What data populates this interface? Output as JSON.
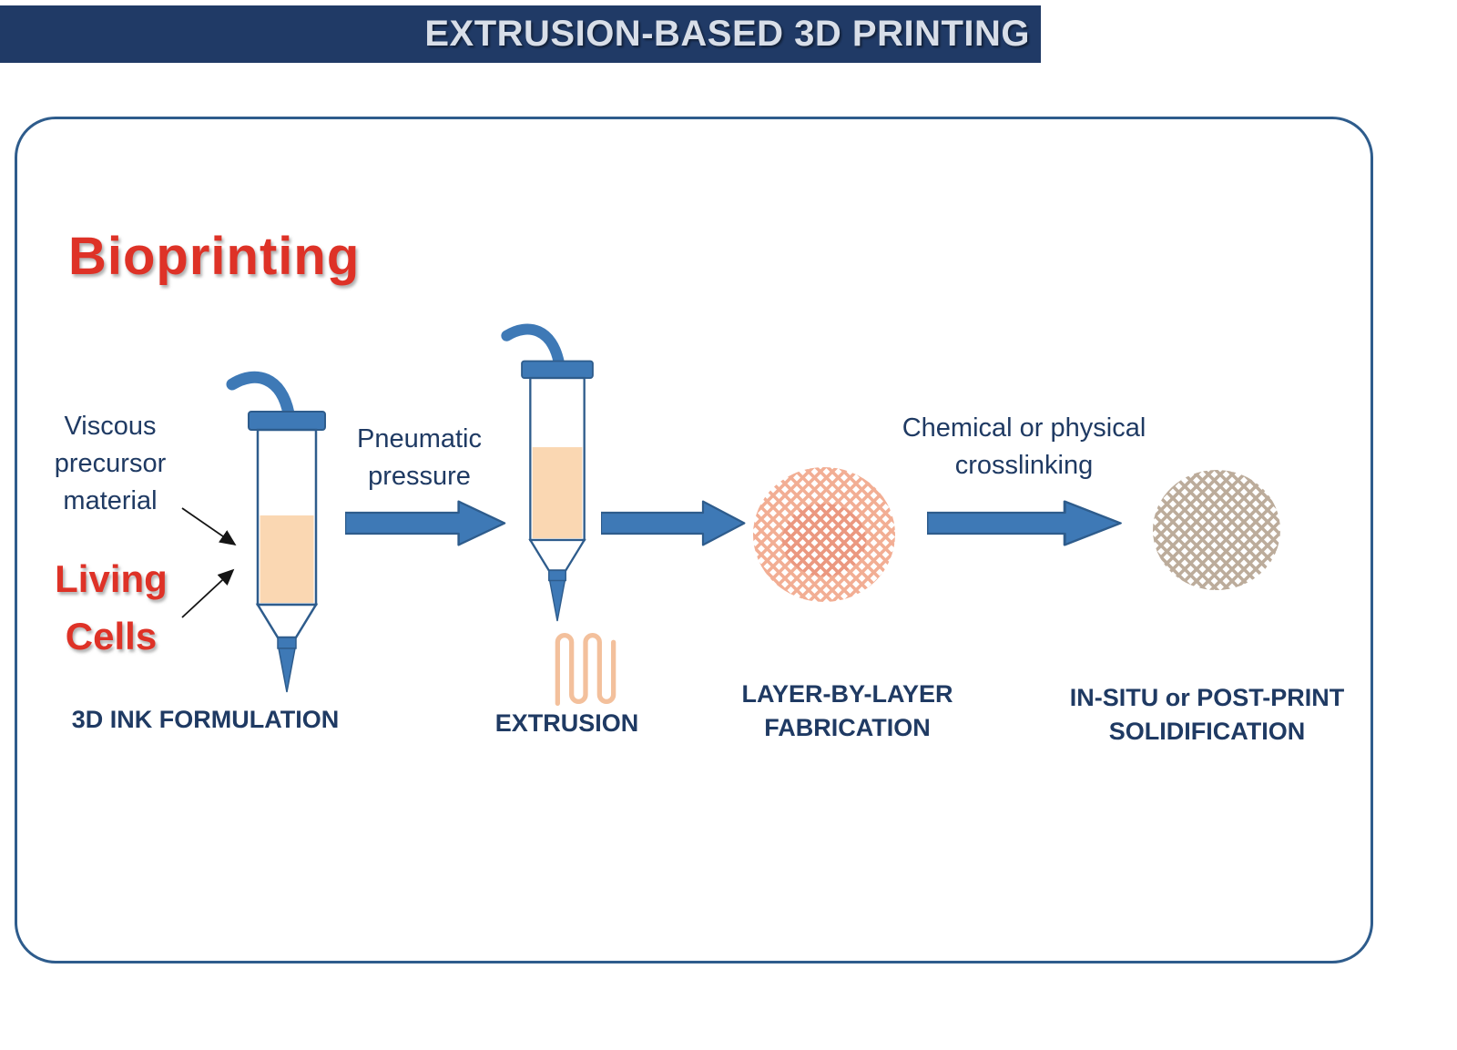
{
  "header": {
    "title": "EXTRUSION-BASED 3D PRINTING"
  },
  "diagram": {
    "heading": "Bioprinting",
    "annotations": {
      "viscous_lines": [
        "Viscous",
        "precursor",
        "material"
      ],
      "living_cells_lines": [
        "Living",
        "Cells"
      ],
      "pneumatic_lines": [
        "Pneumatic",
        "pressure"
      ],
      "crosslinking_lines": [
        "Chemical or physical",
        "crosslinking"
      ]
    },
    "steps": [
      {
        "label_lines": [
          "3D INK FORMULATION"
        ]
      },
      {
        "label_lines": [
          "EXTRUSION"
        ]
      },
      {
        "label_lines": [
          "LAYER-BY-LAYER",
          "FABRICATION"
        ]
      },
      {
        "label_lines": [
          "IN-SITU or POST-PRINT",
          "SOLIDIFICATION"
        ]
      }
    ],
    "icons": {
      "syringe": "syringe-icon",
      "feed_tube": "feed-tube-icon",
      "flow_arrow": "flow-arrow-icon",
      "pointer_arrow": "pointer-arrow-icon",
      "filament": "extruded-filament-icon",
      "scaffold": "scaffold-lattice-icon"
    }
  },
  "colors": {
    "header_bg": "#203A66",
    "header_text": "#D8DEE8",
    "navy_text": "#1F3A63",
    "arrow_blue": "#3E79B6",
    "outline_blue": "#2E5C8C",
    "syringe_fill": "#FAD7B2",
    "filament": "#F3C09C",
    "scaffold_peach": "#F2AE94",
    "scaffold_peach_dark": "#E8907A",
    "scaffold_tan": "#BCAC9B",
    "accent_red": "#DE3227"
  }
}
